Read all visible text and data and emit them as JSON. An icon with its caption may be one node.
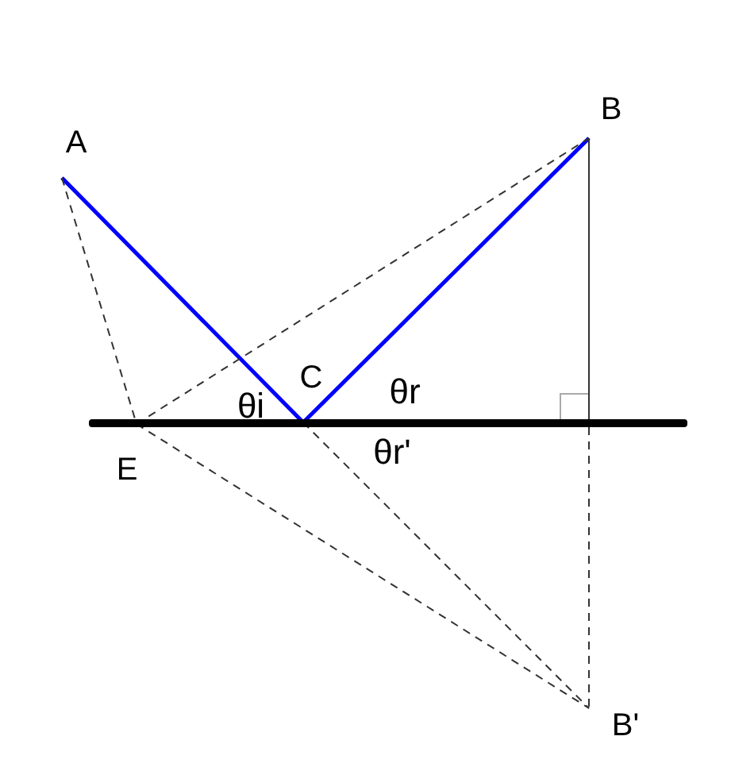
{
  "diagram": {
    "nodes": [
      {
        "text": [
          "A"
        ]
      },
      {
        "text": [
          "B"
        ]
      },
      {
        "text": [
          "C"
        ]
      },
      {
        "text": [
          "E"
        ]
      },
      {
        "text": [
          "B'"
        ]
      },
      {
        "text": [],
        "shape": "bar"
      }
    ],
    "edges": [
      {
        "from": 0,
        "to": 2,
        "arrow": "none",
        "style": "thick",
        "color": "#0000ff"
      },
      {
        "from": 2,
        "to": 1,
        "arrow": "none",
        "style": "thick",
        "color": "#0000ff"
      },
      {
        "from": 0,
        "to": 3,
        "arrow": "none",
        "style": "dashed"
      },
      {
        "from": 3,
        "to": 1,
        "arrow": "none",
        "style": "dashed"
      },
      {
        "from": 3,
        "to": 4,
        "arrow": "none",
        "style": "dashed"
      },
      {
        "from": 2,
        "to": 4,
        "arrow": "none",
        "style": "dashed"
      },
      {
        "from": 1,
        "to": 5,
        "arrow": "none"
      },
      {
        "from": 5,
        "to": 4,
        "arrow": "none",
        "style": "dashed"
      }
    ],
    "labels": [
      "θi",
      "θr",
      "θr'"
    ]
  }
}
